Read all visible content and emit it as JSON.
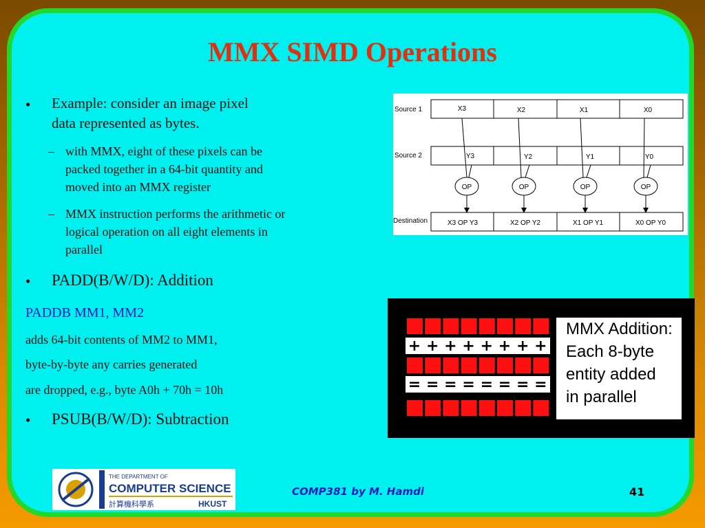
{
  "title": "MMX SIMD Operations",
  "bullets": {
    "example_line1": "Example: consider an image pixel",
    "example_line2": "data  represented as bytes.",
    "sub1_line1": "with MMX, eight of these pixels can be",
    "sub1_line2": "packed together in a 64-bit quantity and",
    "sub1_line3": "moved into an MMX register",
    "sub2_line1": "MMX instruction performs the arithmetic or",
    "sub2_line2": "logical operation on all eight elements in",
    "sub2_line3": "parallel",
    "padd": "PADD(B/W/D): Addition",
    "psub": "PSUB(B/W/D): Subtraction",
    "bullet_char": "•",
    "dash_char": "–"
  },
  "paddb": {
    "instr": "PADDB MM1,  MM2",
    "line1": "adds 64-bit contents of MM2 to MM1,",
    "line2": "byte-by-byte  any carries generated",
    "line3": "are dropped, e.g., byte A0h + 70h = 10h"
  },
  "diagram": {
    "source1_label": "Source 1",
    "source2_label": "Source 2",
    "dest_label": "Destination",
    "source1": [
      "X3",
      "X2",
      "X1",
      "X0"
    ],
    "source2": [
      "Y3",
      "Y2",
      "Y1",
      "Y0"
    ],
    "op": "OP",
    "dest": [
      "X3 OP Y3",
      "X2 OP Y2",
      "X1 OP Y1",
      "X0 OP Y0"
    ]
  },
  "addition": {
    "line1": "MMX Addition:",
    "line2": "Each 8-byte",
    "line3": "entity added",
    "line4": "in parallel",
    "plus": "+",
    "equals": "="
  },
  "logo": {
    "dept": "THE DEPARTMENT OF",
    "name": "COMPUTER SCIENCE",
    "chinese": "計算機科學系",
    "school": "HKUST"
  },
  "footer": {
    "credit": "COMP381 by M. Hamdi",
    "page": "41"
  },
  "colors": {
    "title": "#e03010",
    "background": "#00f0f0",
    "border": "#22d82a",
    "cells": "#ff1010",
    "link": "#1020c0"
  }
}
